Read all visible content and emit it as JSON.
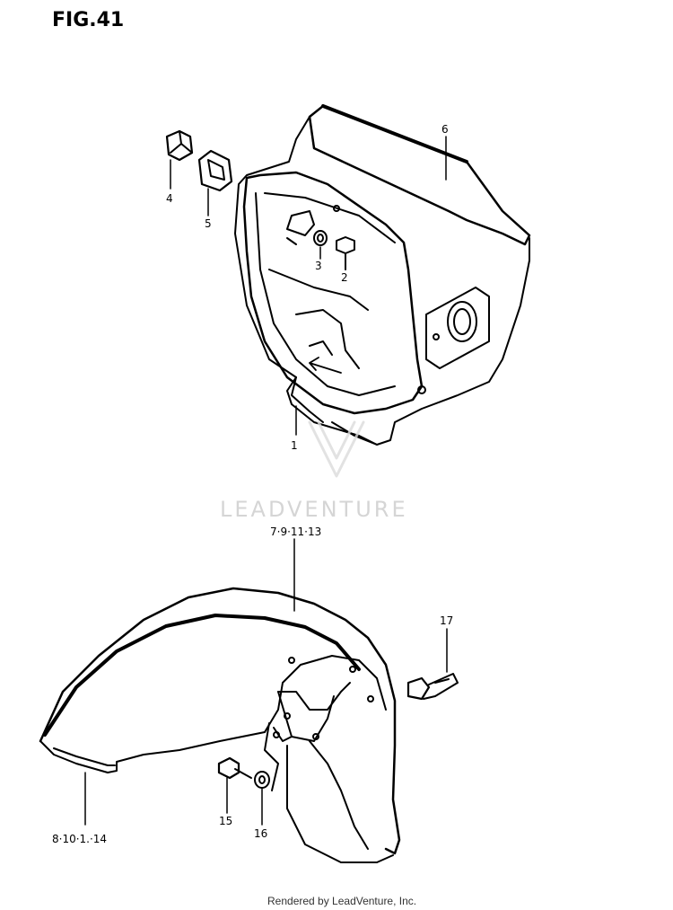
{
  "figure": {
    "title": "FIG.41"
  },
  "watermark": {
    "text": "LEADVENTURE"
  },
  "footer": {
    "text": "Rendered by LeadVenture, Inc."
  },
  "callouts": [
    {
      "id": "c1",
      "text": "1"
    },
    {
      "id": "c2",
      "text": "2"
    },
    {
      "id": "c3",
      "text": "3"
    },
    {
      "id": "c4",
      "text": "4"
    },
    {
      "id": "c5",
      "text": "5"
    },
    {
      "id": "c6",
      "text": "6"
    },
    {
      "id": "c7",
      "text": "7·9·11·13"
    },
    {
      "id": "c8",
      "text": "8·10·1.·14"
    },
    {
      "id": "c15",
      "text": "15"
    },
    {
      "id": "c16",
      "text": "16"
    },
    {
      "id": "c17",
      "text": "17"
    }
  ],
  "parts": [
    "headlight-housing",
    "bolt",
    "washer",
    "nut",
    "grommet",
    "housing-trim",
    "front-fender",
    "fender-bolt",
    "fender-washer",
    "reflector-clip"
  ]
}
